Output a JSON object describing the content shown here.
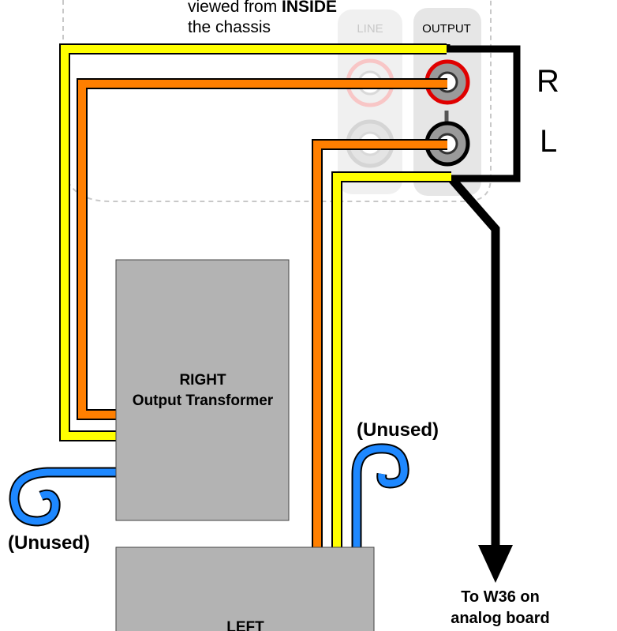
{
  "caption": {
    "line1_prefix": "viewed from ",
    "line1_bold": "INSIDE",
    "line2": "the chassis"
  },
  "jacks": {
    "line_label": "LINE",
    "output_label": "OUTPUT",
    "right_label": "R",
    "left_label": "L"
  },
  "transformers": {
    "right_line1": "RIGHT",
    "right_line2": "Output Transformer",
    "left_line1": "LEFT"
  },
  "unused": {
    "top_right": "(Unused)",
    "left": "(Unused)"
  },
  "ground": {
    "line1": "To W36 on",
    "line2": "analog board"
  },
  "colors": {
    "yellow_wire": "#ffff00",
    "orange_wire": "#ff7f00",
    "blue_wire": "#1e88ff",
    "black_wire": "#000000",
    "red_jack": "#e00000",
    "transformer": "#b3b3b3",
    "panel": "#e6e6e6"
  }
}
